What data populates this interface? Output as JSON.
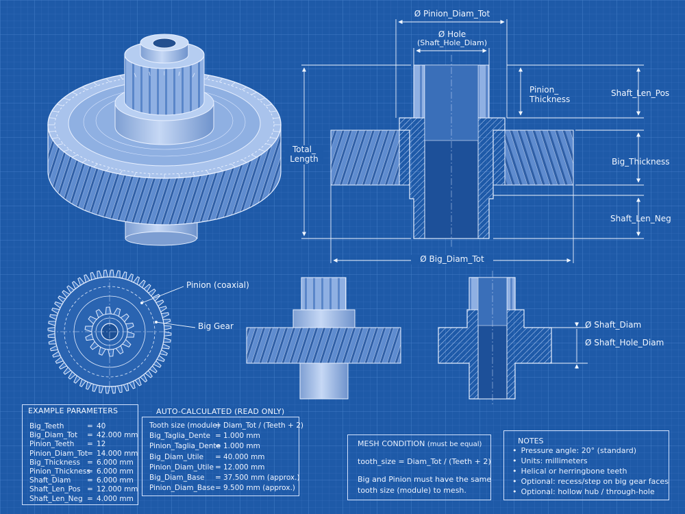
{
  "labels": {
    "pinion_diam_tot": "Ø Pinion_Diam_Tot",
    "hole": "Ø Hole",
    "shaft_hole_diam_paren": "(Shaft_Hole_Diam)",
    "pinion_thickness": "Pinion_\nThickness",
    "shaft_len_pos": "Shaft_Len_Pos",
    "big_thickness": "Big_Thickness",
    "shaft_len_neg": "Shaft_Len_Neg",
    "total_length": "Total_\nLength",
    "big_diam_tot": "Ø Big_Diam_Tot",
    "pinion_coaxial": "Pinion (coaxial)",
    "big_gear": "Big Gear",
    "shaft_diam": "Ø Shaft_Diam",
    "shaft_hole_diam": "Ø Shaft_Hole_Diam"
  },
  "example_params": {
    "title": "EXAMPLE PARAMETERS",
    "rows": [
      {
        "k": "Big_Teeth",
        "v": "40"
      },
      {
        "k": "Big_Diam_Tot",
        "v": "42.000 mm"
      },
      {
        "k": "Pinion_Teeth",
        "v": "12"
      },
      {
        "k": "Pinion_Diam_Tot",
        "v": "14.000 mm"
      },
      {
        "k": "Big_Thickness",
        "v": "6.000 mm"
      },
      {
        "k": "Pinion_Thickness",
        "v": "6.000 mm"
      },
      {
        "k": "Shaft_Diam",
        "v": "6.000 mm"
      },
      {
        "k": "Shaft_Len_Pos",
        "v": "12.000 mm"
      },
      {
        "k": "Shaft_Len_Neg",
        "v": "4.000 mm"
      }
    ]
  },
  "auto_calc": {
    "title": "AUTO-CALCULATED (READ ONLY)",
    "rows": [
      {
        "k": "Tooth size (module)",
        "v": "Diam_Tot / (Teeth + 2)"
      },
      {
        "k": "Big_Taglia_Dente",
        "v": "1.000 mm"
      },
      {
        "k": "Pinion_Taglia_Dente",
        "v": "1.000 mm"
      },
      {
        "k": "Big_Diam_Utile",
        "v": "40.000 mm"
      },
      {
        "k": "Pinion_Diam_Utile",
        "v": "12.000 mm"
      },
      {
        "k": "Big_Diam_Base",
        "v": "37.500 mm (approx.)"
      },
      {
        "k": "Pinion_Diam_Base",
        "v": "9.500 mm (approx.)"
      }
    ]
  },
  "mesh": {
    "title": "MESH CONDITION",
    "subtitle": "(must be equal)",
    "formula": "tooth_size = Diam_Tot / (Teeth + 2)",
    "note_line1": "Big and Pinion must have the same",
    "note_line2": "tooth size (module) to mesh."
  },
  "notes": {
    "title": "NOTES",
    "items": [
      "Pressure angle: 20° (standard)",
      "Units: millimeters",
      "Helical or herringbone teeth",
      "Optional: recess/step on big gear faces",
      "Optional: hollow hub / through-hole"
    ]
  }
}
